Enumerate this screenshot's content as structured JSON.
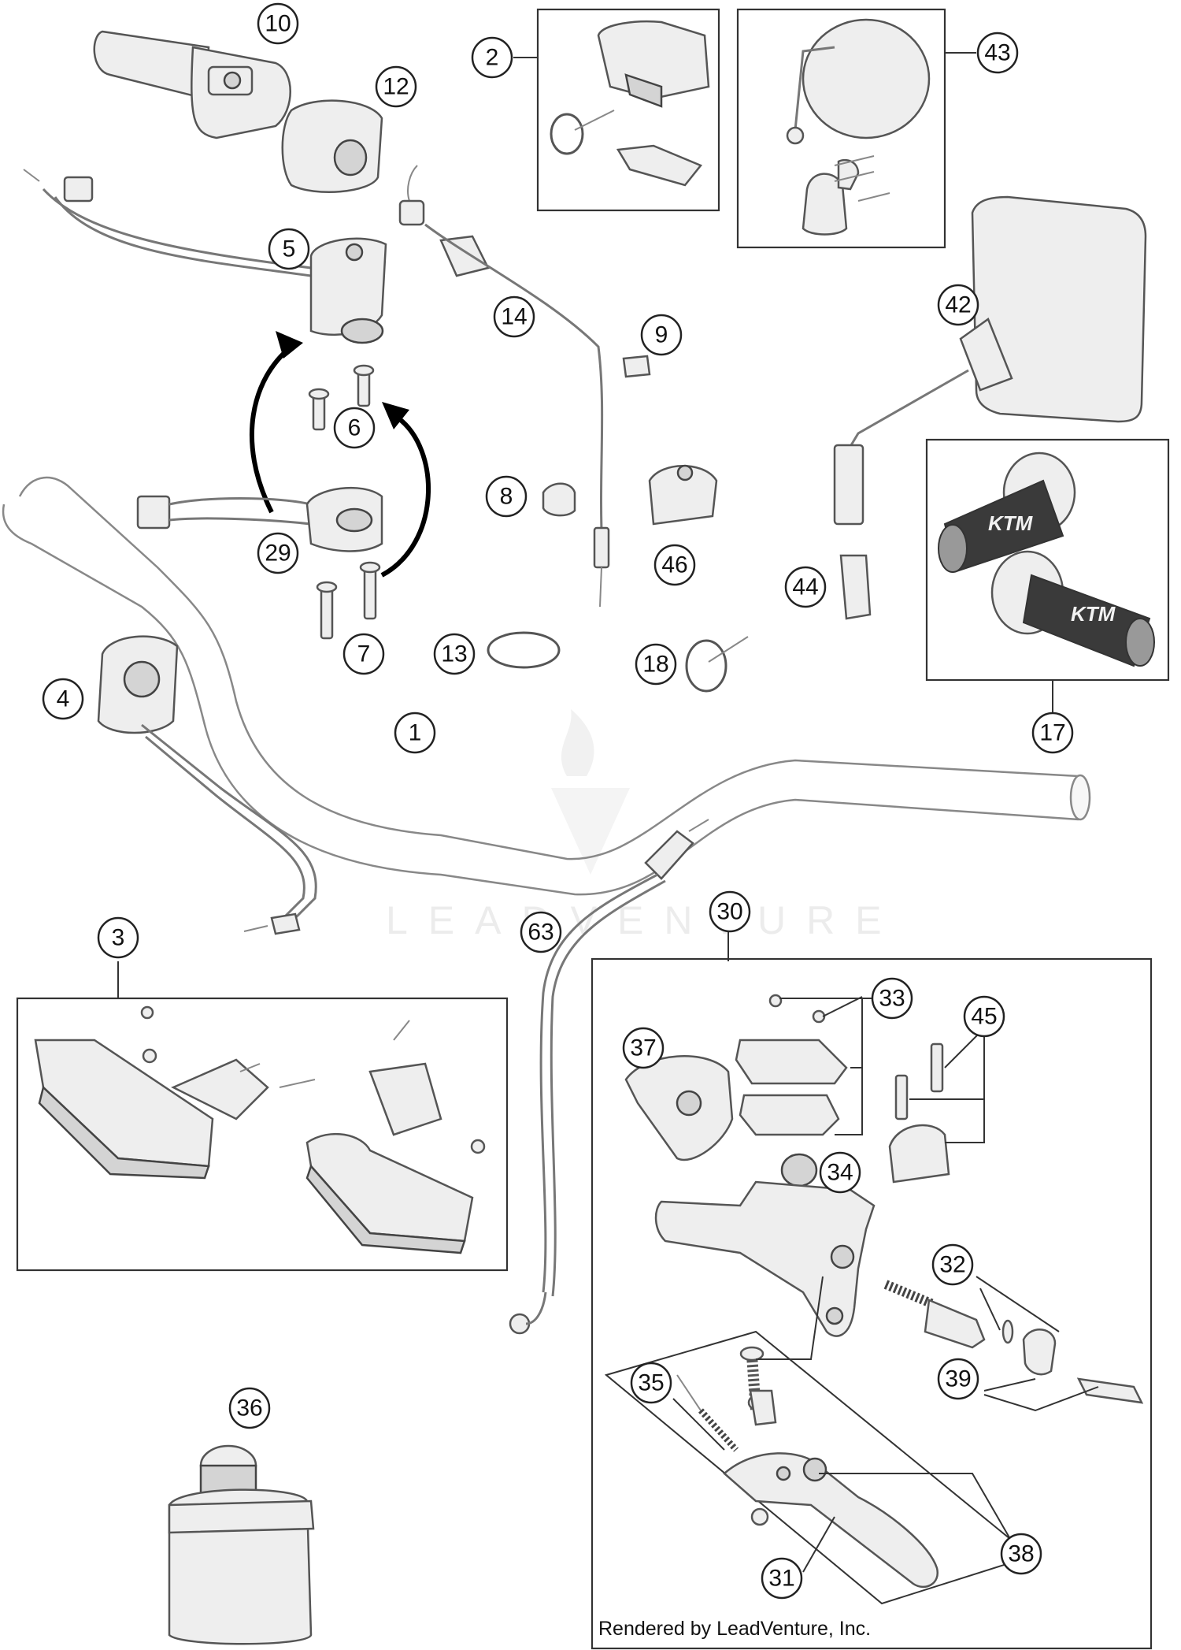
{
  "colors": {
    "line": "#555555",
    "fill": "#eeeeee",
    "callout": "#222222",
    "watermark": "#ececec"
  },
  "callouts": [
    {
      "id": "10",
      "label": "10"
    },
    {
      "id": "12",
      "label": "12"
    },
    {
      "id": "2",
      "label": "2"
    },
    {
      "id": "43",
      "label": "43"
    },
    {
      "id": "5",
      "label": "5"
    },
    {
      "id": "14",
      "label": "14"
    },
    {
      "id": "9",
      "label": "9"
    },
    {
      "id": "42",
      "label": "42"
    },
    {
      "id": "6",
      "label": "6"
    },
    {
      "id": "8",
      "label": "8"
    },
    {
      "id": "29",
      "label": "29"
    },
    {
      "id": "46",
      "label": "46"
    },
    {
      "id": "44",
      "label": "44"
    },
    {
      "id": "17",
      "label": "17"
    },
    {
      "id": "7",
      "label": "7"
    },
    {
      "id": "13",
      "label": "13"
    },
    {
      "id": "18",
      "label": "18"
    },
    {
      "id": "4",
      "label": "4"
    },
    {
      "id": "1",
      "label": "1"
    },
    {
      "id": "3",
      "label": "3"
    },
    {
      "id": "63",
      "label": "63"
    },
    {
      "id": "30",
      "label": "30"
    },
    {
      "id": "33",
      "label": "33"
    },
    {
      "id": "37",
      "label": "37"
    },
    {
      "id": "45",
      "label": "45"
    },
    {
      "id": "34",
      "label": "34"
    },
    {
      "id": "32",
      "label": "32"
    },
    {
      "id": "39",
      "label": "39"
    },
    {
      "id": "35",
      "label": "35"
    },
    {
      "id": "36",
      "label": "36"
    },
    {
      "id": "38",
      "label": "38"
    },
    {
      "id": "31",
      "label": "31"
    }
  ],
  "grip_brand": "KTM",
  "watermark": "LEADVENTURE",
  "footer": "Rendered by LeadVenture, Inc."
}
